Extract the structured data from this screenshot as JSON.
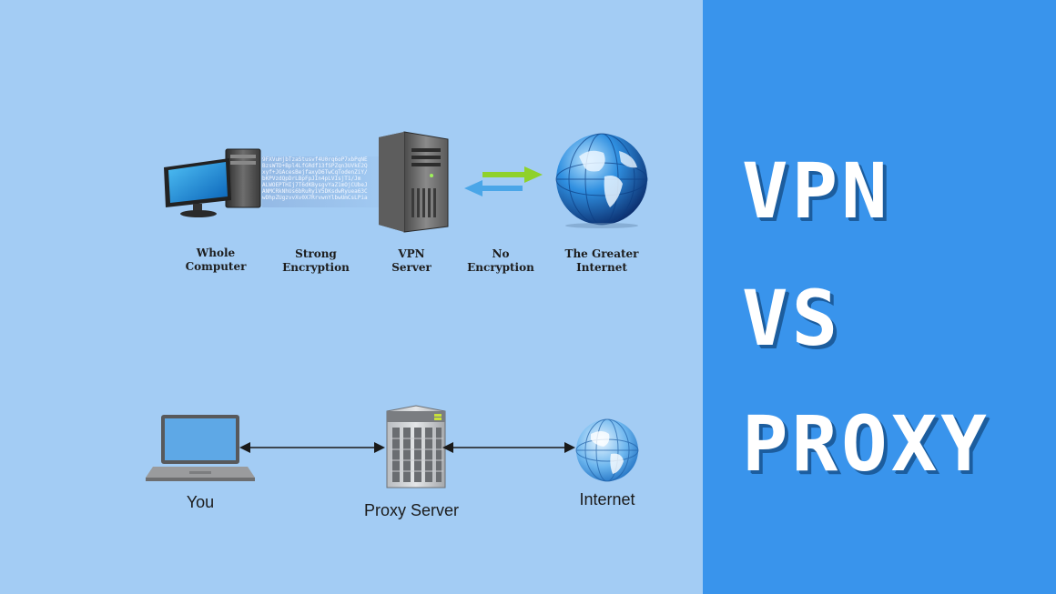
{
  "title": {
    "line1": "VPN",
    "line2": "VS",
    "line3": "PROXY"
  },
  "vpn_diagram": {
    "labels": [
      {
        "line1": "Whole",
        "line2": "Computer"
      },
      {
        "line1": "Strong",
        "line2": "Encryption"
      },
      {
        "line1": "VPN",
        "line2": "Server"
      },
      {
        "line1": "No",
        "line2": "Encryption"
      },
      {
        "line1": "The Greater",
        "line2": "Internet"
      }
    ],
    "cipher_lines": [
      "9FXVuHjbTzaStusvf4U0rq6oP7xbPqNE",
      "BzsWTD+Bpl4LfGRdf13fSPZqn3UVkE2Q",
      "xyf+JGAcesBejfaxyD6TwCqTodenZiY/",
      "bKPVzdQpDrLBpFpJIn4pLVIsjT1/Jm",
      "ALWOEPTHIj7T6dKBysgvYaZ1mOjCUbeJ",
      "ANMCRkNhUs6bRuRyiV5DKsdwRyuea63C",
      "wDhpZUgzvvXv0X7RrvwnYlbwUmCsLPia"
    ]
  },
  "proxy_diagram": {
    "labels": {
      "you": "You",
      "proxy_server": "Proxy Server",
      "internet": "Internet"
    }
  },
  "colors": {
    "left_background": "#a3ccf4",
    "right_background": "#3994ec",
    "title_text": "#ffffff",
    "arrow_green": "#8fd12b",
    "arrow_blue": "#4aa6e8"
  },
  "icons": [
    "desktop-computer-icon",
    "vpn-server-icon",
    "globe-icon",
    "laptop-icon",
    "proxy-server-icon",
    "globe-small-icon"
  ]
}
